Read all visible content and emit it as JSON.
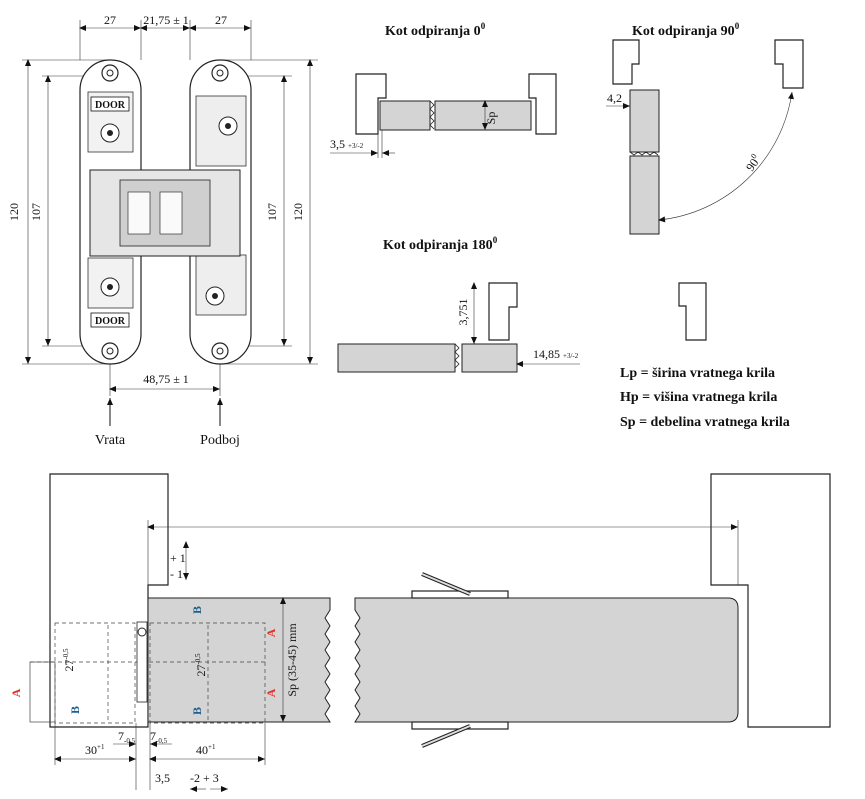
{
  "hinge": {
    "dim_top_left": "27",
    "dim_top_center": "21,75 ± 1",
    "dim_top_right": "27",
    "dim_height_outer_left": "120",
    "dim_height_inner_left": "107",
    "dim_height_inner_right": "107",
    "dim_height_outer_right": "120",
    "dim_bottom": "48,75 ± 1",
    "logo_text": "DOOR",
    "label_door": "Vrata",
    "label_frame": "Podboj"
  },
  "view0": {
    "title": "Kot odpiranja 0",
    "title_sup": "0",
    "dim": "3,5",
    "dim_tol": "+3/-2",
    "sp_label": "Sp"
  },
  "view90": {
    "title": "Kot odpiranja 90",
    "title_sup": "0",
    "dim": "4,2",
    "angle": "90",
    "angle_sup": "0"
  },
  "view180": {
    "title": "Kot odpiranja 180",
    "title_sup": "0",
    "dim_vertical": "3,751",
    "dim": "14,85",
    "dim_tol": "+3/-2"
  },
  "legend": [
    {
      "text": "Lp = širina vratnega krila"
    },
    {
      "text": "Hp = višina vratnega krila"
    },
    {
      "text": "Sp = debelina vratnega krila"
    }
  ],
  "section": {
    "plus_one": "+ 1",
    "minus_one": "- 1",
    "sp_range": "Sp (35-45) mm",
    "label_a": "A",
    "label_b": "B",
    "dim_27": "27",
    "dim_27_tol": "-0,5",
    "dim_30": "30",
    "dim_30_tol": "+1",
    "dim_7": "7",
    "dim_7_tol": "-0,5",
    "dim_40": "40",
    "dim_40_tol": "+1",
    "dim_35": "3,5",
    "dim_adjust": "-2  + 3"
  }
}
